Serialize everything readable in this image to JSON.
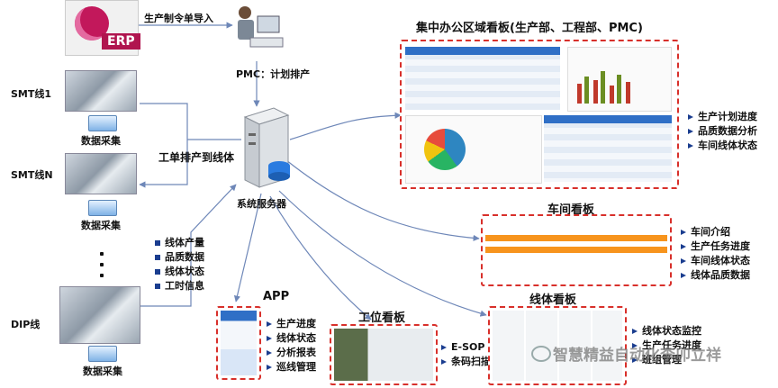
{
  "erp": {
    "label": "ERP"
  },
  "flow": {
    "import_label": "生产制令单导入",
    "pmc_label": "PMC：计划排产",
    "dispatch_label": "工单排产到线体"
  },
  "server": {
    "label": "系统服务器"
  },
  "lines": [
    {
      "name": "SMT线1",
      "caption": "数据采集"
    },
    {
      "name": "SMT线N",
      "caption": "数据采集"
    },
    {
      "name": "DIP线",
      "caption": "数据采集"
    }
  ],
  "collect_items": [
    "线体产量",
    "品质数据",
    "线体状态",
    "工时信息"
  ],
  "central_board": {
    "title": "集中办公区域看板(生产部、工程部、PMC)",
    "items": [
      "生产计划进度",
      "品质数据分析",
      "车间线体状态"
    ]
  },
  "workshop_board": {
    "title": "车间看板",
    "items": [
      "车间介绍",
      "生产任务进度",
      "车间线体状态",
      "线体品质数据"
    ]
  },
  "app": {
    "title": "APP",
    "items": [
      "生产进度",
      "线体状态",
      "分析报表",
      "巡线管理"
    ]
  },
  "station_board": {
    "title": "工位看板",
    "items": [
      "E-SOP",
      "条码扫描"
    ]
  },
  "line_board": {
    "title": "线体看板",
    "items": [
      "线体状态监控",
      "生产任务进度",
      "班组管理"
    ]
  },
  "watermark": {
    "text": "智慧精益自动化李卯立祥"
  },
  "colors": {
    "accent": "#d8302b",
    "bullet": "#1a3d8f",
    "connector": "#6e87b8"
  }
}
